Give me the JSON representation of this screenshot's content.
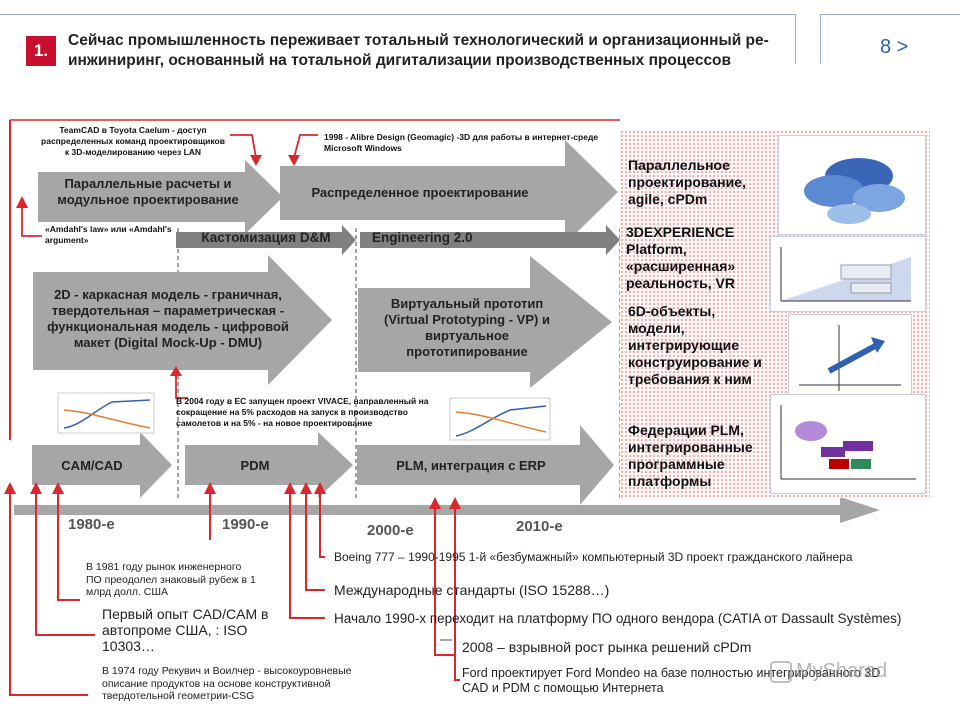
{
  "header": {
    "number": "1.",
    "title": "Сейчас промышленность переживает тотальный технологический и организационный ре-инжиниринг, основанный на тотальной дигитализации производственных процессов",
    "page": "8 >"
  },
  "notes_top": {
    "teamcad": "TeamCAD в Toyota Caelum - доступ распределенных команд проектировщиков к 3D-моделированию через LAN",
    "alibre": "1998 - Alibre Design (Geomagic) -3D для работы в интернет-среде Microsoft Windows",
    "amdahl": "«Amdahl's law» или «Amdahl's argument»",
    "vivace": "В 2004 году в ЕС запущен проект VIVACE, направленный на сокращение на 5% расходов на запуск в производство самолетов и на 5% - на новое проектирование"
  },
  "arrows": {
    "parallel": "Параллельные расчеты и модульное проектирование",
    "distributed": "Распределенное проектирование",
    "customization": "Кастомизация D&M",
    "engineering": "Engineering 2.0",
    "models": "2D - каркасная модель - граничная, твердотельная – параметрическая - функциональная модель - цифровой макет (Digital Mock-Up - DMU)",
    "virtual": "Виртуальный прототип (Virtual Prototyping - VP) и виртуальное прототипирование",
    "cad": "CAM/CAD",
    "pdm": "PDM",
    "plm": "PLM, интеграция с ERP"
  },
  "panel": {
    "p1": "Параллельное проектирование, agile, cPDm",
    "p2": "3DEXPERIENCE Platform, «расширенная» реальность, VR",
    "p3": "6D-объекты, модели, интегрирующие конструирование и требования к ним",
    "p4": "Федерации PLM, интегрированные программные платформы"
  },
  "timeline": {
    "d1": "1980-е",
    "d2": "1990-е",
    "d3": "2000-е",
    "d4": "2010-е"
  },
  "notes_bottom": {
    "n1981": "В 1981 году рынок инженерного ПО преодолел знаковый рубеж в 1 млрд долл. США",
    "first": "Первый опыт CAD/CAM в автопроме США, : ISO 10303…",
    "n1974": "В 1974 году Рекувич и Воилчер - высокоуровневые описание продуктов на основе конструктивной твердотельной геометрии-CSG",
    "boeing": "Boeing 777 – 1990-1995 1-й «безбумажный» компьютерный 3D проект гражданского лайнера",
    "iso": "Международные стандарты (ISO 15288…)",
    "catia": "Начало 1990-х переходит на платформу ПО одного вендора (CATIA от Dassault Systèmes)",
    "n2008": "2008 – взрывной рост рынка решений cPDm",
    "ford": "Ford проектирует Ford Mondeo на базе полностью интегрированного 3D CAD и PDM с помощью Интернета"
  },
  "watermark": "MyShared",
  "colors": {
    "accent": "#c8102e",
    "arrow": "#a6a6a6",
    "dark_arrow": "#7f7f7f",
    "line": "#d8282d"
  }
}
